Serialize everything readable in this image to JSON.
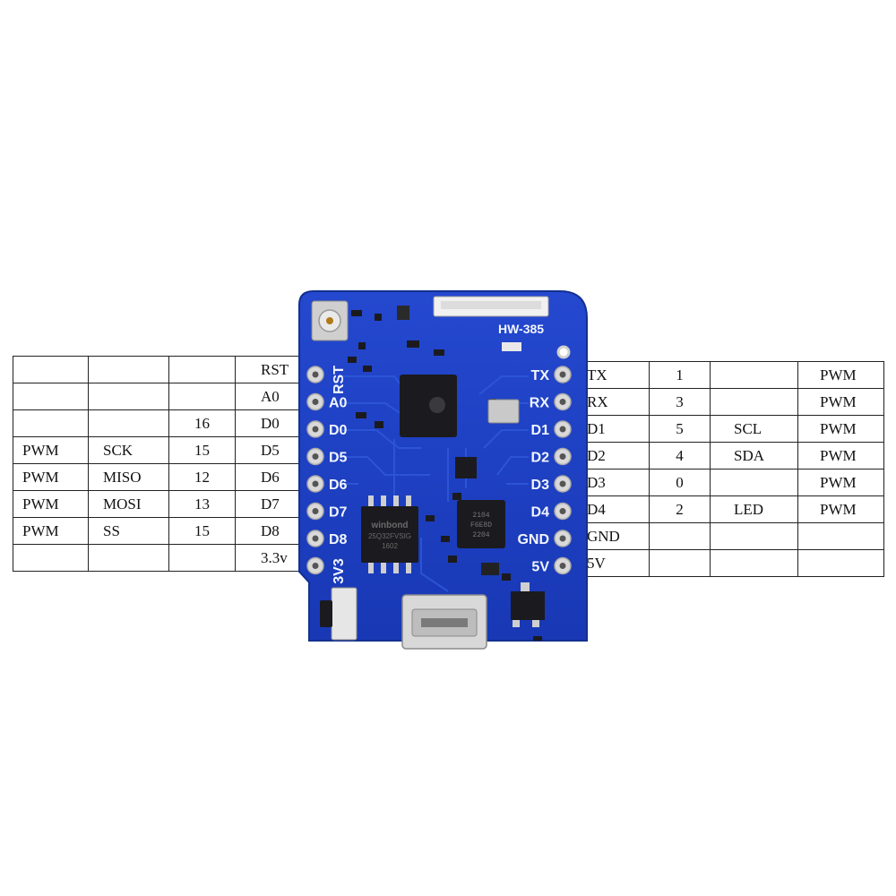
{
  "left_table": {
    "rows": [
      [
        "",
        "",
        "",
        "RST"
      ],
      [
        "",
        "",
        "",
        "A0"
      ],
      [
        "",
        "",
        "16",
        "D0"
      ],
      [
        "PWM",
        "SCK",
        "15",
        "D5"
      ],
      [
        "PWM",
        "MISO",
        "12",
        "D6"
      ],
      [
        "PWM",
        "MOSI",
        "13",
        "D7"
      ],
      [
        "PWM",
        "SS",
        "15",
        "D8"
      ],
      [
        "",
        "",
        "",
        "3.3v"
      ]
    ]
  },
  "right_table": {
    "rows": [
      [
        "TX",
        "1",
        "",
        "PWM"
      ],
      [
        "RX",
        "3",
        "",
        "PWM"
      ],
      [
        "D1",
        "5",
        "SCL",
        "PWM"
      ],
      [
        "D2",
        "4",
        "SDA",
        "PWM"
      ],
      [
        "D3",
        "0",
        "",
        "PWM"
      ],
      [
        "D4",
        "2",
        "LED",
        "PWM"
      ],
      [
        "GND",
        "",
        "",
        ""
      ],
      [
        "5V",
        "",
        "",
        ""
      ]
    ]
  },
  "board": {
    "model": "HW-385",
    "left_pins": [
      "RST",
      "A0",
      "D0",
      "D5",
      "D6",
      "D7",
      "D8",
      "3V3"
    ],
    "right_pins": [
      "TX",
      "RX",
      "D1",
      "D2",
      "D3",
      "D4",
      "GND",
      "5V"
    ],
    "flash_chip_label": [
      "winbond",
      "25Q32FVSIG",
      "1602"
    ],
    "usb_chip_label": [
      "2104",
      "F6E8D",
      "2204"
    ],
    "colors": {
      "pcb": "#1a3ec0",
      "pcb_edge": "#12308f",
      "pad": "#d9d9d9",
      "silkscreen": "#f2f6ff",
      "chip": "#1b1b1f"
    }
  }
}
